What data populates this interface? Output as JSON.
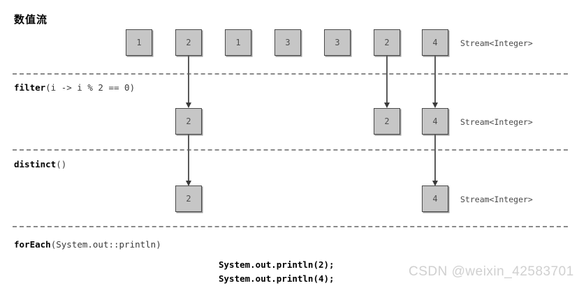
{
  "title": "数值流",
  "stream_label": "Stream<Integer>",
  "operations": [
    {
      "name": "filter",
      "args": "(i -> i % 2 == 0)"
    },
    {
      "name": "distinct",
      "args": "()"
    },
    {
      "name": "forEach",
      "args": "(System.out::println)"
    }
  ],
  "rows": [
    {
      "id": "source-row",
      "label": "Stream<Integer>",
      "boxes": [
        {
          "value": "1",
          "col": 0
        },
        {
          "value": "2",
          "col": 1
        },
        {
          "value": "1",
          "col": 2
        },
        {
          "value": "3",
          "col": 3
        },
        {
          "value": "3",
          "col": 4
        },
        {
          "value": "2",
          "col": 5
        },
        {
          "value": "4",
          "col": 6
        }
      ]
    },
    {
      "id": "filtered-row",
      "label": "Stream<Integer>",
      "boxes": [
        {
          "value": "2",
          "col": 1
        },
        {
          "value": "2",
          "col": 5
        },
        {
          "value": "4",
          "col": 6
        }
      ]
    },
    {
      "id": "distinct-row",
      "label": "Stream<Integer>",
      "boxes": [
        {
          "value": "2",
          "col": 1
        },
        {
          "value": "4",
          "col": 6
        }
      ]
    }
  ],
  "output": [
    "System.out.println(2);",
    "System.out.println(4);"
  ],
  "watermark": "CSDN @weixin_42583701",
  "colors": {
    "box_fill": "#c6c6c6",
    "box_border": "#4a4a4a",
    "separator": "#8a8a8a",
    "arrow": "#5a5a5a",
    "watermark": "#d0d0d0"
  }
}
